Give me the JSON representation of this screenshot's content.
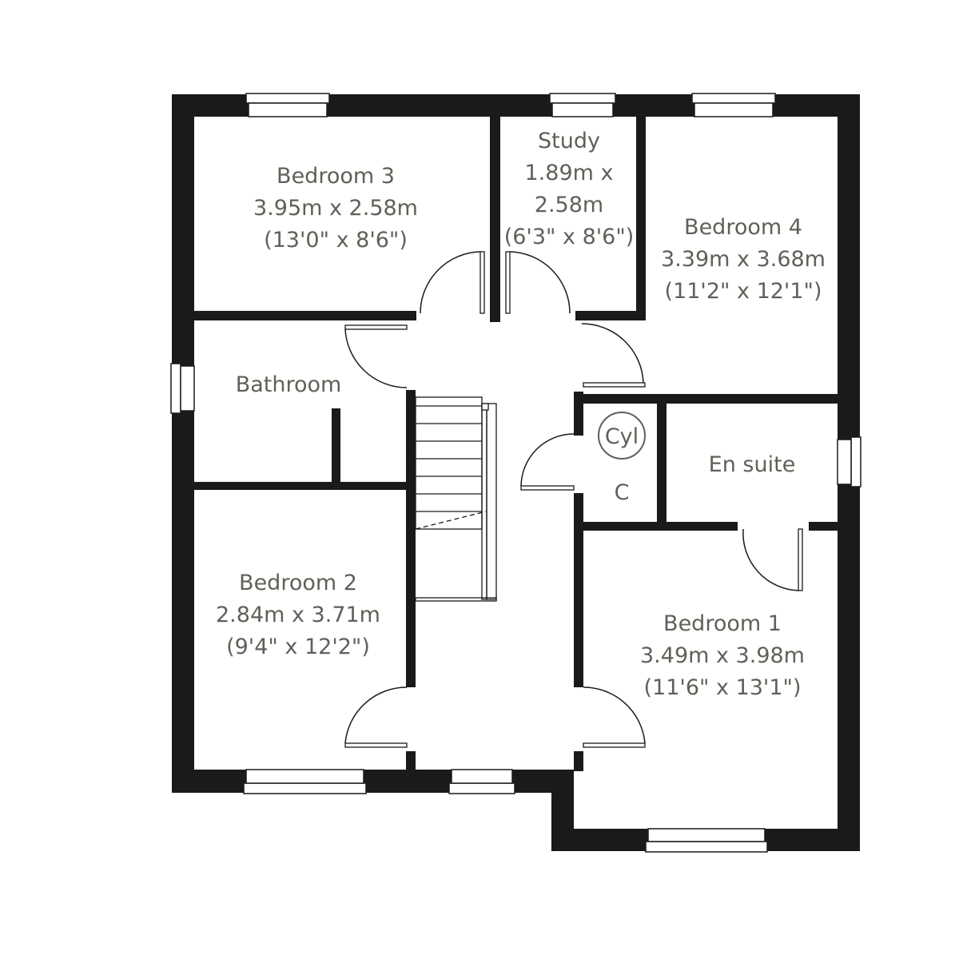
{
  "colors": {
    "wall": "#1a1a1a",
    "text": "#5f6158",
    "background": "#ffffff"
  },
  "rooms": {
    "bedroom3": {
      "name": "Bedroom 3",
      "metric": "3.95m x 2.58m",
      "imperial": "(13'0\" x 8'6\")"
    },
    "study": {
      "name": "Study",
      "metric_1": "1.89m x",
      "metric_2": "2.58m",
      "imperial": "(6'3\" x 8'6\")"
    },
    "bedroom4": {
      "name": "Bedroom 4",
      "metric": "3.39m x 3.68m",
      "imperial": "(11'2\" x 12'1\")"
    },
    "bathroom": {
      "name": "Bathroom"
    },
    "cylinder": {
      "label": "Cyl"
    },
    "cupboard": {
      "label": "C"
    },
    "ensuite": {
      "name": "En suite"
    },
    "bedroom2": {
      "name": "Bedroom 2",
      "metric": "2.84m x 3.71m",
      "imperial": "(9'4\" x 12'2\")"
    },
    "bedroom1": {
      "name": "Bedroom 1",
      "metric": "3.49m x 3.98m",
      "imperial": "(11'6\" x 13'1\")"
    }
  }
}
